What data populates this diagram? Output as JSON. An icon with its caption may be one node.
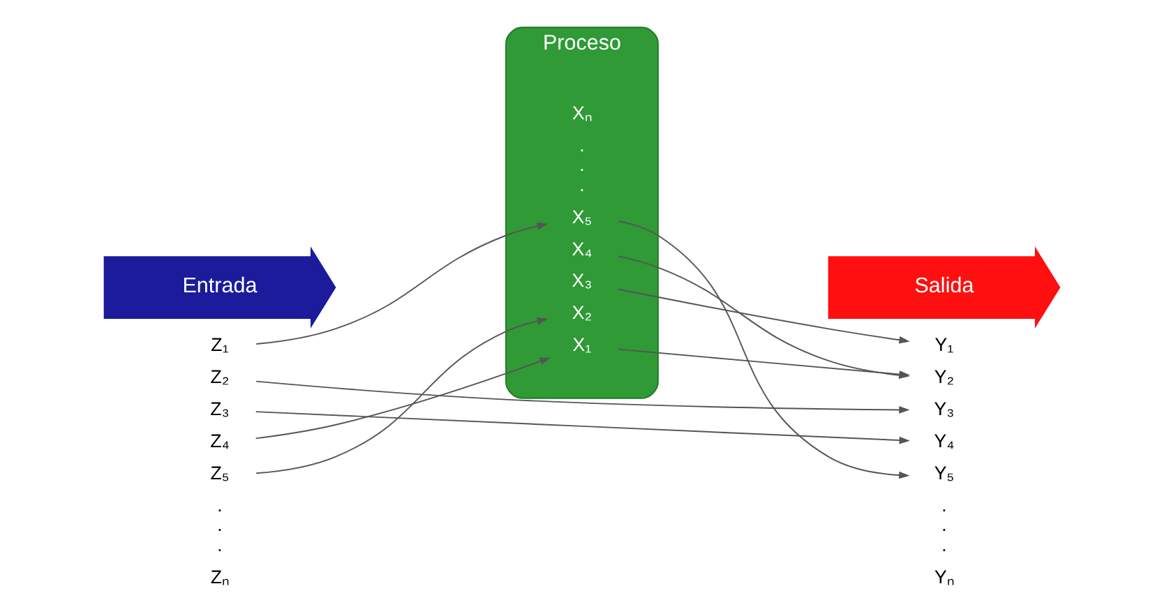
{
  "diagram": {
    "nodes": [
      {
        "text": [
          "Entrada"
        ]
      },
      {
        "text": [
          "Proceso"
        ]
      },
      {
        "text": [
          "Salida"
        ]
      },
      {
        "text": [
          "Z₁"
        ]
      },
      {
        "text": [
          "Z₂"
        ]
      },
      {
        "text": [
          "Z₃"
        ]
      },
      {
        "text": [
          "Z₄"
        ]
      },
      {
        "text": [
          "Z₅"
        ]
      },
      {
        "text": [
          "Zₙ"
        ]
      },
      {
        "text": [
          "X₁"
        ],
        "in": 1
      },
      {
        "text": [
          "X₂"
        ],
        "in": 1
      },
      {
        "text": [
          "X₃"
        ],
        "in": 1
      },
      {
        "text": [
          "X₄"
        ],
        "in": 1
      },
      {
        "text": [
          "X₅"
        ],
        "in": 1
      },
      {
        "text": [
          "Xₙ"
        ],
        "in": 1
      },
      {
        "text": [
          "Y₁"
        ]
      },
      {
        "text": [
          "Y₂"
        ]
      },
      {
        "text": [
          "Y₃"
        ]
      },
      {
        "text": [
          "Y₄"
        ]
      },
      {
        "text": [
          "Y₅"
        ]
      },
      {
        "text": [
          "Yₙ"
        ]
      }
    ],
    "edges": [
      {
        "from": 3,
        "to": 13,
        "arrow": "to"
      },
      {
        "from": 4,
        "to": 17,
        "arrow": "to"
      },
      {
        "from": 5,
        "to": 18,
        "arrow": "to"
      },
      {
        "from": 6,
        "to": 9,
        "arrow": "to"
      },
      {
        "from": 7,
        "to": 10,
        "arrow": "to"
      },
      {
        "from": 9,
        "to": 16,
        "arrow": "to"
      },
      {
        "from": 11,
        "to": 15,
        "arrow": "to"
      },
      {
        "from": 12,
        "to": 16,
        "arrow": "to"
      },
      {
        "from": 13,
        "to": 19,
        "arrow": "to"
      }
    ],
    "labels": [
      ".",
      ".",
      ".",
      ".",
      ".",
      ".",
      ".",
      ".",
      "."
    ]
  }
}
